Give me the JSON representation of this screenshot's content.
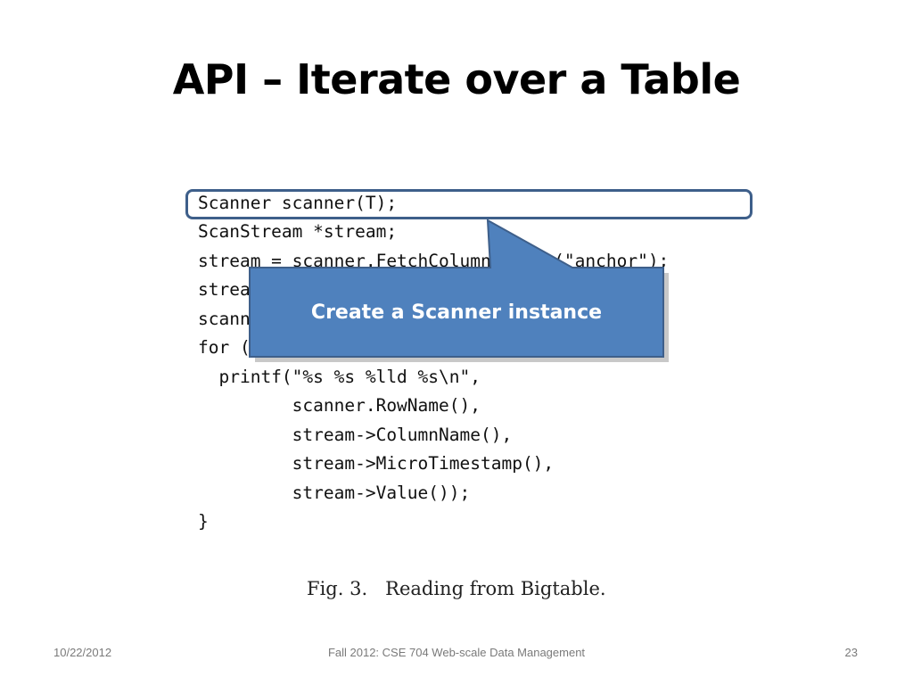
{
  "slide": {
    "title": "API – Iterate over a Table"
  },
  "code": {
    "lines": [
      "Scanner scanner(T);",
      "ScanStream *stream;",
      "stream = scanner.FetchColumnFamily(\"anchor\");",
      "stream->SetReturnAllVersions();",
      "scanner.Lookup(\"com.cnn.www\");",
      "for (; !stream->Done(); stream->Next()) {",
      "  printf(\"%s %s %lld %s\\n\",",
      "         scanner.RowName(),",
      "         stream->ColumnName(),",
      "         stream->MicroTimestamp(),",
      "         stream->Value());",
      "}"
    ]
  },
  "figure": {
    "caption": "Fig. 3.   Reading from Bigtable."
  },
  "callout": {
    "text": "Create a Scanner instance",
    "fill": "#4f81bd",
    "stroke": "#3e5f8a",
    "shadow": "#9a9a9a"
  },
  "footer": {
    "date": "10/22/2012",
    "course": "Fall 2012: CSE 704 Web-scale Data Management",
    "page_number": "23"
  }
}
